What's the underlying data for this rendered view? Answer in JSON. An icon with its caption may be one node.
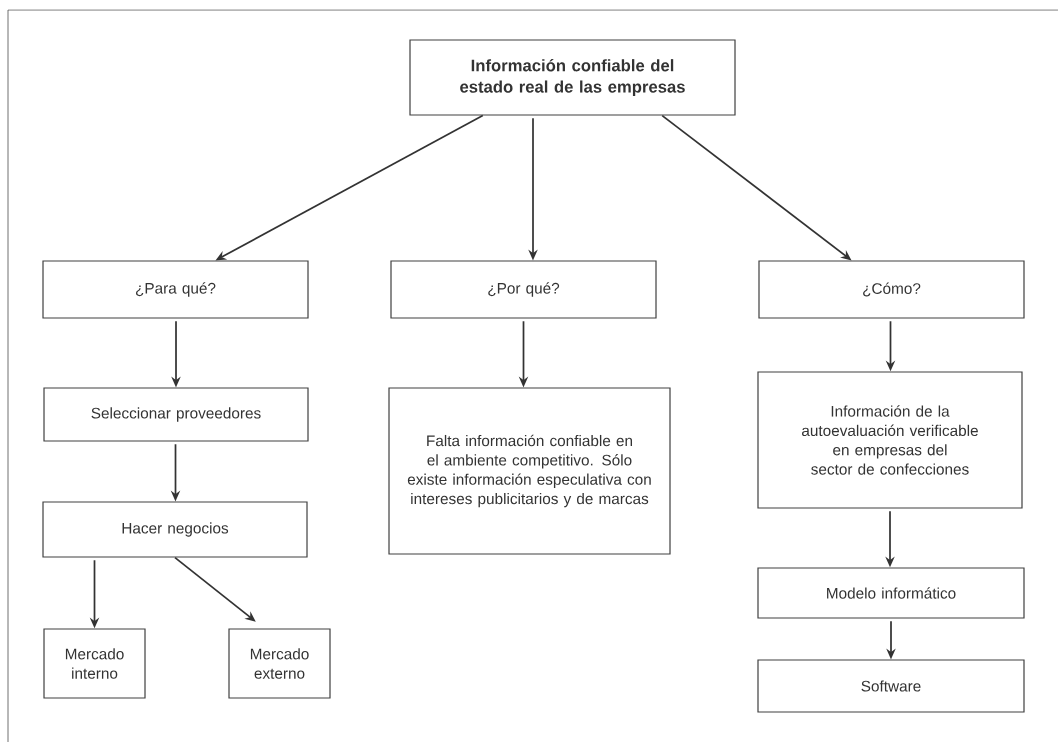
{
  "diagram": {
    "nodes": [
      {
        "text": [
          "Información confiable del estado real de las empresas"
        ]
      },
      {
        "text": [
          "¿Para qué?"
        ]
      },
      {
        "text": [
          "¿Por qué?"
        ]
      },
      {
        "text": [
          "¿Cómo?"
        ]
      },
      {
        "text": [
          "Seleccionar proveedores"
        ]
      },
      {
        "text": [
          "Hacer negocios"
        ]
      },
      {
        "text": [
          "Mercado interno"
        ]
      },
      {
        "text": [
          "Mercado externo"
        ]
      },
      {
        "text": [
          "Falta información confiable en el ambiente competitivo. Sólo existe información especulativa con intereses publicitarios y de marcas"
        ]
      },
      {
        "text": [
          "Información de la autoevaluación verificable en empresas del sector de confecciones"
        ]
      },
      {
        "text": [
          "Modelo informático"
        ]
      },
      {
        "text": [
          "Software"
        ]
      }
    ],
    "edges": [
      {
        "from": 0,
        "to": 1,
        "arrow": "to"
      },
      {
        "from": 0,
        "to": 2,
        "arrow": "to"
      },
      {
        "from": 0,
        "to": 3,
        "arrow": "to"
      },
      {
        "from": 1,
        "to": 4,
        "arrow": "to"
      },
      {
        "from": 4,
        "to": 5,
        "arrow": "to"
      },
      {
        "from": 5,
        "to": 6,
        "arrow": "to"
      },
      {
        "from": 5,
        "to": 7,
        "arrow": "to"
      },
      {
        "from": 2,
        "to": 8,
        "arrow": "to"
      },
      {
        "from": 3,
        "to": 9,
        "arrow": "to"
      },
      {
        "from": 9,
        "to": 10,
        "arrow": "to"
      },
      {
        "from": 10,
        "to": 11,
        "arrow": "to"
      }
    ]
  }
}
